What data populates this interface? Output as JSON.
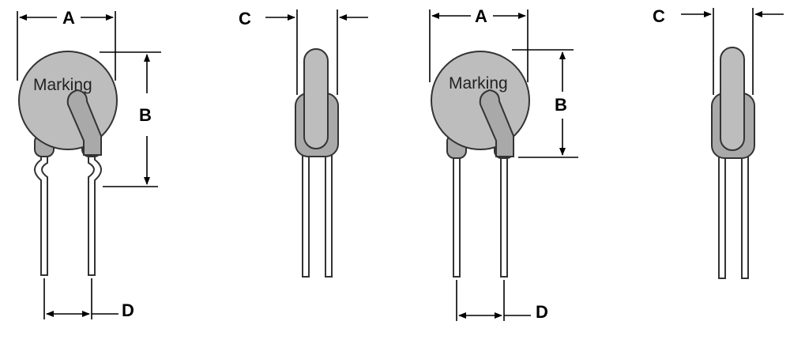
{
  "labels": {
    "a": "A",
    "b": "B",
    "c": "C",
    "d": "D",
    "marking": "Marking"
  },
  "colors": {
    "component_body": "#bdbdbd",
    "component_shade": "#a9a9a9",
    "outline": "#333333",
    "dimension": "#000000"
  }
}
